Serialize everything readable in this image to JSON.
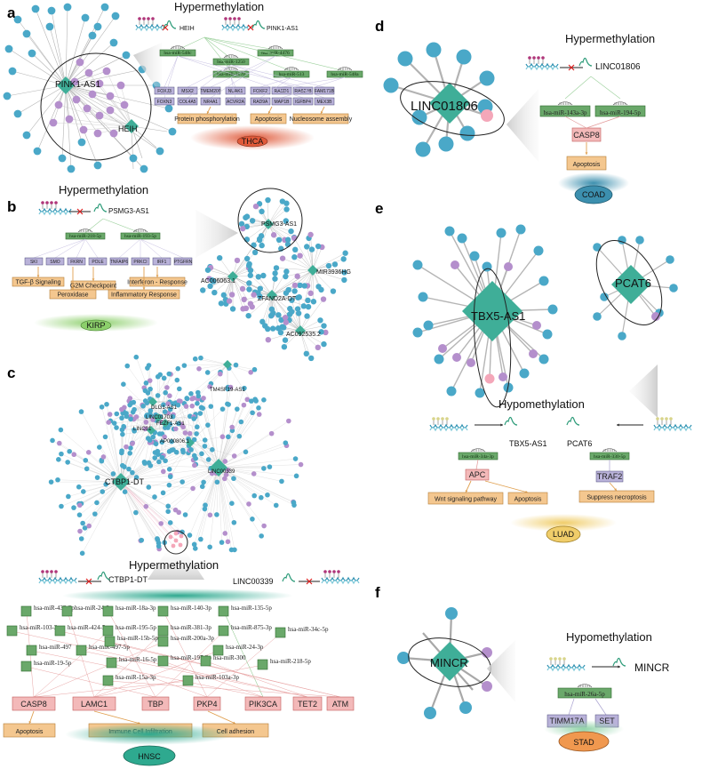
{
  "panels": {
    "a": {
      "letter": "a",
      "title": "Hypermethylation",
      "lnc1": "HEIH",
      "lnc2": "PINK1-AS1",
      "hub1": "PINK1-AS1",
      "hub2": "HEIH",
      "mirnas": [
        "hsa-miR-548c",
        "hsa-miR-1250",
        "hsa-miR-4476",
        "hsa-miR-3170",
        "hsa-miR-513",
        "hsa-miR-548a"
      ],
      "genes": [
        "FOXJ3",
        "MSX2",
        "TMEM200",
        "NUAK1",
        "FOXF2",
        "RASD1",
        "RAB27B",
        "FAM171B",
        "FOXN3",
        "COL4A5",
        "NR4A1",
        "ACVR2A",
        "RAD9A",
        "MAP1B",
        "IGFBP4",
        "MEX3B"
      ],
      "pathways": [
        "Protein phosphorylation",
        "Apoptosis",
        "Nucleosome assembly"
      ],
      "cancer": "THCA"
    },
    "b": {
      "letter": "b",
      "title": "Hypermethylation",
      "lnc": "PSMG3-AS1",
      "mirnas": [
        "hsa-miR-218-5p",
        "hsa-miR-193-5p"
      ],
      "genes": [
        "SKI",
        "SMO",
        "FKRN",
        "POLE",
        "TNFAIP6",
        "PRKCI",
        "IRF1",
        "PTGFRN"
      ],
      "pathways": [
        "TGF-β Signaling",
        "G2M Checkpoint",
        "Interferon - Response",
        "Peroxidase",
        "Inflammatory Response"
      ],
      "cancer": "KIRP",
      "hubs": [
        "PSMG3-AS1",
        "AC006063.1",
        "MIR3936HG",
        "ZFAND2A-DT",
        "AC092535.2"
      ]
    },
    "c": {
      "letter": "c",
      "title": "Hypermethylation",
      "lnc1": "CTBP1-DT",
      "lnc2": "LINC00339",
      "hubs": [
        "TM4SF19-AS1",
        "DLG1-AS1",
        "LINC01703",
        "FEZF1-AS1",
        "LINC01",
        "AP000806.1",
        "CTBP1-DT",
        "LINC00339"
      ],
      "mirnas": [
        "hsa-miR-433-3p",
        "hsa-miR-24-3p",
        "hsa-miR-18a-3p",
        "hsa-miR-140-3p",
        "hsa-miR-135-5p",
        "hsa-miR-103-3p",
        "hsa-miR-424-5p",
        "hsa-miR-195-5p",
        "hsa-miR-381-3p",
        "hsa-miR-875-3p",
        "hsa-miR-34c-5p",
        "hsa-miR-497",
        "hsa-miR-497-5p",
        "hsa-miR-15b-5p",
        "hsa-miR-200a-3p",
        "hsa-miR-24-3p",
        "hsa-miR-19-5p",
        "hsa-miR-16-5p",
        "hsa-miR-197-3p",
        "hsa-miR-300",
        "hsa-miR-15a-3p",
        "hsa-miR-103a-3p",
        "hsa-miR-218-5p"
      ],
      "genes": [
        "CASP8",
        "LAMC1",
        "TBP",
        "PKP4",
        "PIK3CA",
        "TET2",
        "ATM"
      ],
      "pathways": [
        "Apoptosis",
        "Immune Cell Infiltration",
        "Cell adhesion"
      ],
      "cancer": "HNSC"
    },
    "d": {
      "letter": "d",
      "title": "Hypermethylation",
      "lnc": "LINC01806",
      "hub": "LINC01806",
      "mirnas": [
        "hsa-miR-143a-3p",
        "hsa-miR-194-5p"
      ],
      "genes": [
        "CASP8"
      ],
      "pathways": [
        "Apoptosis"
      ],
      "cancer": "COAD"
    },
    "e": {
      "letter": "e",
      "title": "Hypomethylation",
      "lnc1": "TBX5-AS1",
      "lnc2": "PCAT6",
      "hubs": [
        "TBX5-AS1",
        "PCAT6"
      ],
      "mirnas": [
        "hsa-miR-34a-3p",
        "hsa-miR-330-5p"
      ],
      "genes": [
        "APC",
        "TRAF2"
      ],
      "pathways": [
        "Wnt signaling pathway",
        "Apoptosis",
        "Suppress necroptosis"
      ],
      "cancer": "LUAD"
    },
    "f": {
      "letter": "f",
      "title": "Hypomethylation",
      "lnc": "MINCR",
      "hub": "MINCR",
      "mirnas": [
        "hsa-miR-26a-5p"
      ],
      "genes": [
        "TIMM17A",
        "SET"
      ],
      "cancer": "STAD"
    }
  },
  "colors": {
    "node_blue": "#4aa8c8",
    "node_purple": "#b48fcc",
    "hub_teal": "#3fae98",
    "node_pink": "#f4a7b9",
    "mirna_green": "#6aa86a",
    "gene_lilac": "#b9b2d9",
    "pathway_orange": "#f4c78f",
    "thca": "#e05a3a",
    "kirp": "#8ccf6b",
    "hnsc": "#2ea98f",
    "coad": "#3c8fae",
    "luad": "#f0cd6a",
    "stad": "#f0984f"
  }
}
